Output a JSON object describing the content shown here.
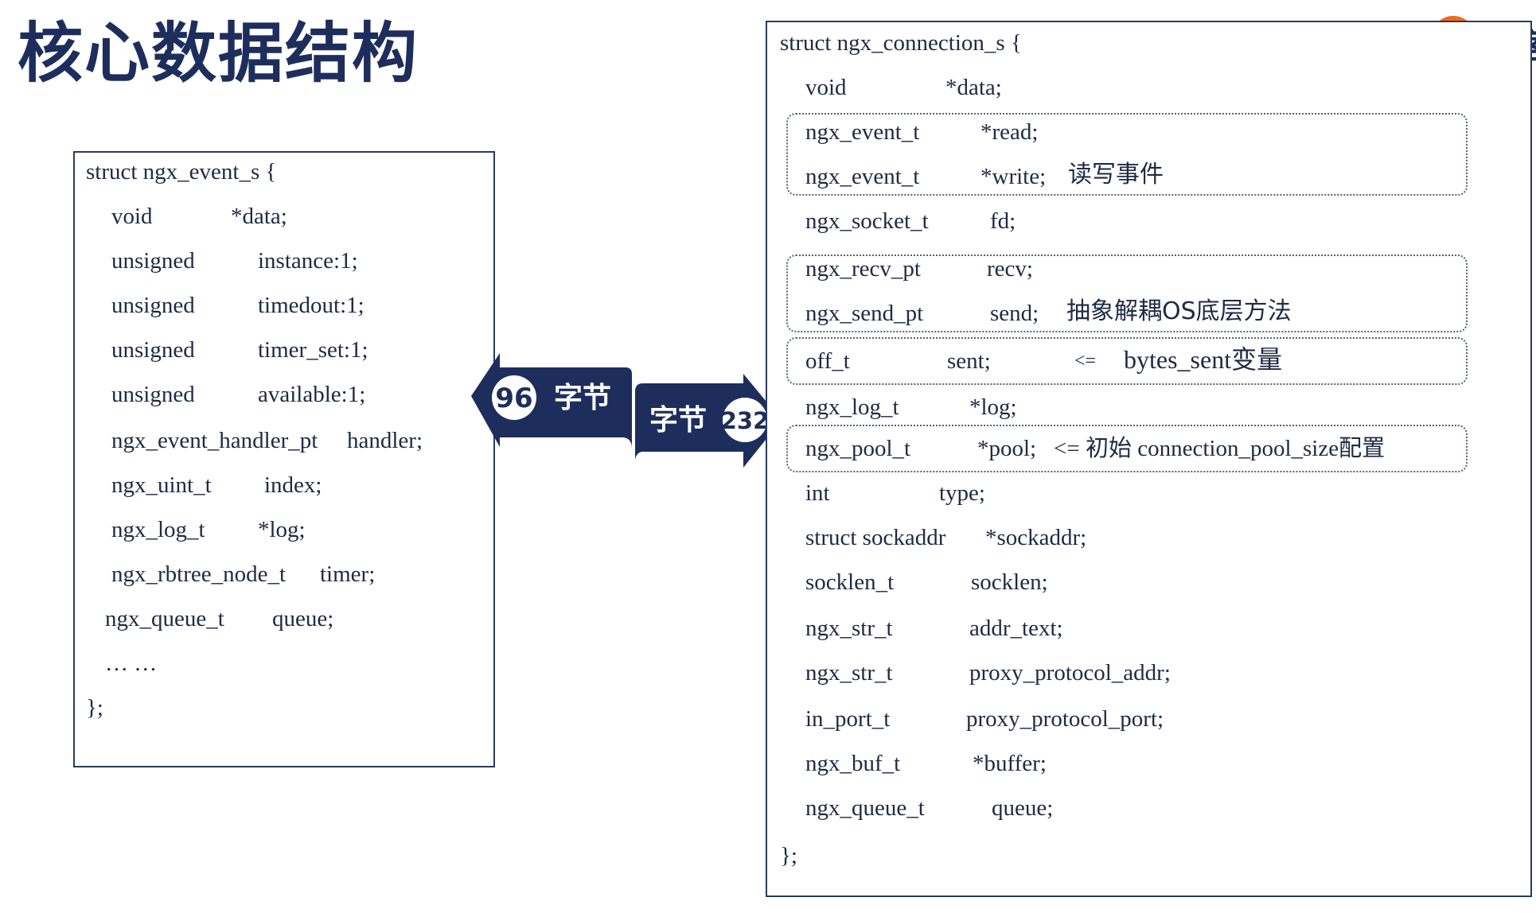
{
  "title": "核心数据结构",
  "logo": {
    "text": "极客"
  },
  "colors": {
    "navy": "#1e2e5c",
    "logo_orange": "#f06a1e"
  },
  "event_struct": {
    "open": "struct ngx_event_s {",
    "fields": [
      {
        "type": "void",
        "name": "*data;"
      },
      {
        "type": "unsigned",
        "name": "instance:1;"
      },
      {
        "type": "unsigned",
        "name": "timedout:1;"
      },
      {
        "type": "unsigned",
        "name": "timer_set:1;"
      },
      {
        "type": "unsigned",
        "name": "available:1;"
      },
      {
        "type": "ngx_event_handler_pt",
        "name": "handler;"
      },
      {
        "type": "ngx_uint_t",
        "name": "index;"
      },
      {
        "type": "ngx_log_t",
        "name": "*log;"
      },
      {
        "type": "ngx_rbtree_node_t",
        "name": "timer;"
      },
      {
        "type": "ngx_queue_t",
        "name": "queue;"
      }
    ],
    "ellipsis": "… …",
    "close": "};"
  },
  "size_badges": {
    "left": {
      "number": "96",
      "unit": "字节"
    },
    "right": {
      "number": "232",
      "unit": "字节"
    }
  },
  "connection_struct": {
    "open": "struct ngx_connection_s {",
    "fields": [
      {
        "type": "void",
        "name": "*data;",
        "note": ""
      },
      {
        "type": "ngx_event_t",
        "name": "*read;",
        "note": ""
      },
      {
        "type": "ngx_event_t",
        "name": "*write;",
        "note": "读写事件"
      },
      {
        "type": "ngx_socket_t",
        "name": "fd;",
        "note": ""
      },
      {
        "type": "ngx_recv_pt",
        "name": "recv;",
        "note": ""
      },
      {
        "type": "ngx_send_pt",
        "name": "send;",
        "note": "抽象解耦OS底层方法"
      },
      {
        "type": "off_t",
        "name": "sent;",
        "arrow": "<=",
        "note": "bytes_sent变量"
      },
      {
        "type": "ngx_log_t",
        "name": "*log;",
        "note": ""
      },
      {
        "type": "ngx_pool_t",
        "name": "*pool;",
        "note": "<= 初始 connection_pool_size配置"
      },
      {
        "type": "int",
        "name": "type;",
        "note": ""
      },
      {
        "type": "struct sockaddr",
        "name": "*sockaddr;",
        "note": ""
      },
      {
        "type": "socklen_t",
        "name": "socklen;",
        "note": ""
      },
      {
        "type": "ngx_str_t",
        "name": "addr_text;",
        "note": ""
      },
      {
        "type": "ngx_str_t",
        "name": "proxy_protocol_addr;",
        "note": ""
      },
      {
        "type": "in_port_t",
        "name": "proxy_protocol_port;",
        "note": ""
      },
      {
        "type": "ngx_buf_t",
        "name": "*buffer;",
        "note": ""
      },
      {
        "type": "ngx_queue_t",
        "name": "queue;",
        "note": ""
      }
    ],
    "close": "};"
  }
}
